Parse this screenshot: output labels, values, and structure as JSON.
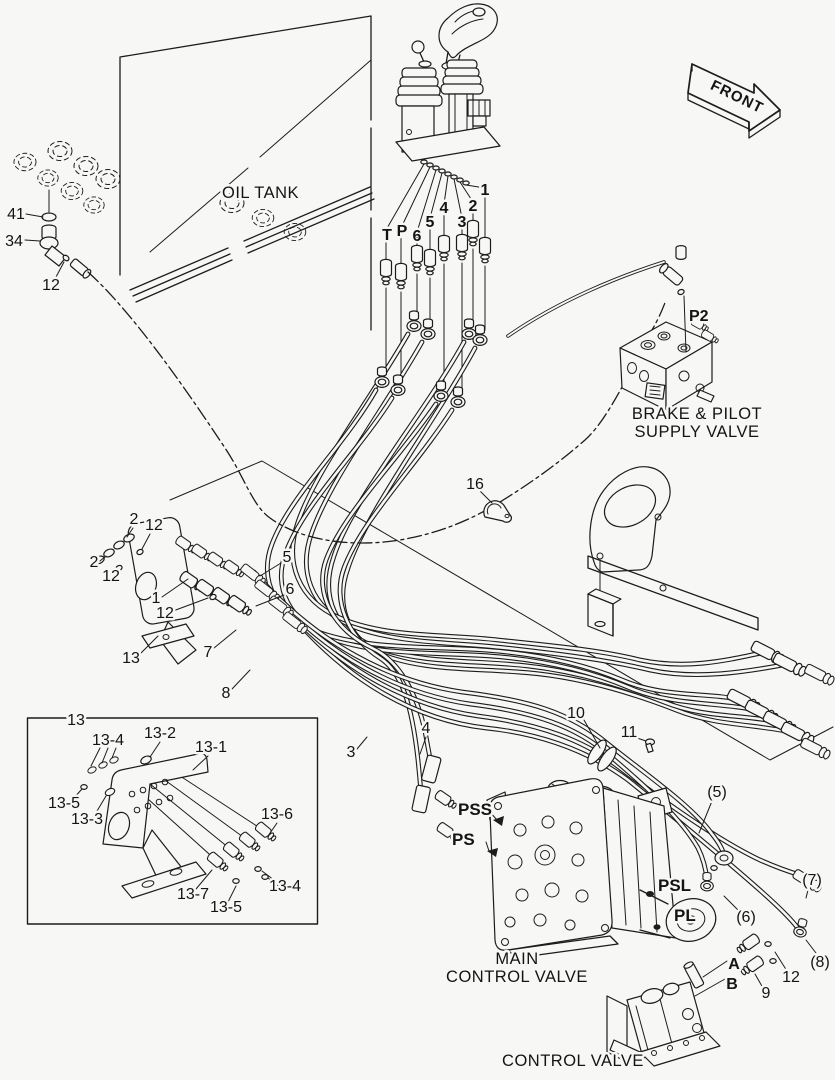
{
  "background": "#f7f7f5",
  "ink": "#1c1c1c",
  "arrow": {
    "front": "FRONT"
  },
  "components": {
    "oil_tank": "OIL TANK",
    "brake_pilot_l1": "BRAKE & PILOT",
    "brake_pilot_l2": "SUPPLY VALVE",
    "main_valve_l1": "MAIN",
    "main_valve_l2": "CONTROL VALVE",
    "control_valve": "CONTROL VALVE"
  },
  "ports": {
    "t": "T",
    "p": "P",
    "n6": "6",
    "n5": "5",
    "n4": "4",
    "n3": "3",
    "n2": "2",
    "n1": "1",
    "p2": "P2",
    "pss": "PSS",
    "ps": "PS",
    "psl": "PSL",
    "pl": "PL",
    "a": "A",
    "b": "B"
  },
  "callouts": {
    "c41": "41",
    "c34": "34",
    "c12_tank": "12",
    "c16": "16",
    "c2_top": "2",
    "c12_top": "12",
    "c2_left": "2",
    "c12_left": "12",
    "c1": "1",
    "c12_mid": "12",
    "c13": "13",
    "c5": "5",
    "c6": "6",
    "c7": "7",
    "c8": "8",
    "c3": "3",
    "c4": "4",
    "c10": "10",
    "c11": "11",
    "c9": "9",
    "c12_cv": "12",
    "p5": "(5)",
    "p6": "(6)",
    "p7": "(7)",
    "p8": "(8)"
  },
  "inset": {
    "c13": "13",
    "c13_1": "13-1",
    "c13_2": "13-2",
    "c13_3": "13-3",
    "c13_4a": "13-4",
    "c13_4b": "13-4",
    "c13_5a": "13-5",
    "c13_5b": "13-5",
    "c13_6": "13-6",
    "c13_7": "13-7"
  }
}
